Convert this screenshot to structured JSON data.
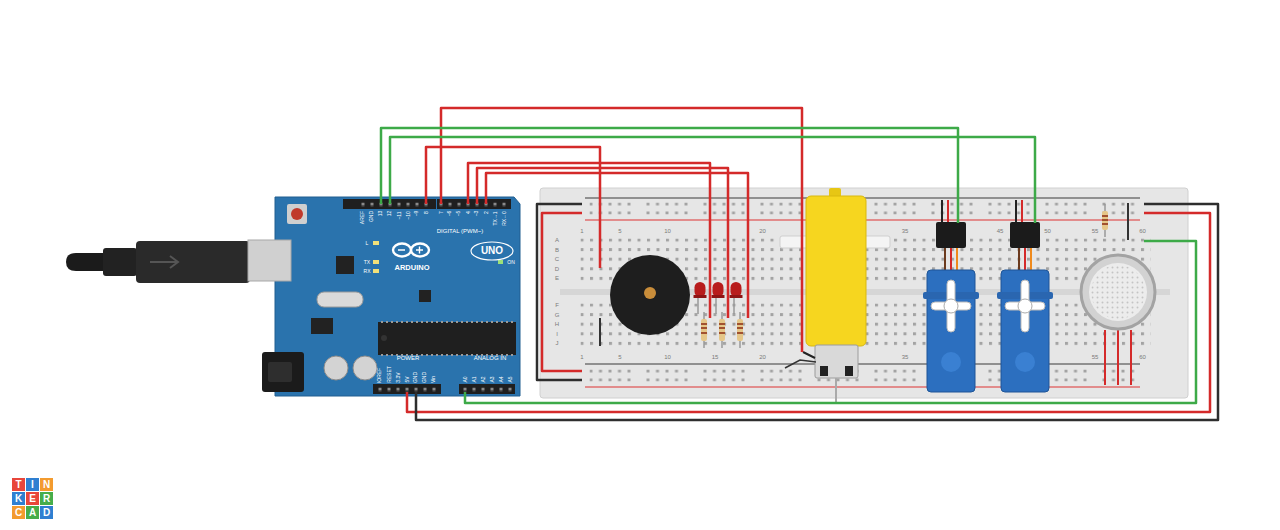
{
  "diagram": {
    "labels": [
      "T",
      "I",
      "N",
      "K",
      "E",
      "R",
      "C",
      "A",
      "D",
      "AREF",
      "GND",
      "13",
      "12",
      "~11",
      "~10",
      "~9",
      "8",
      "7",
      "~6",
      "~5",
      "4",
      "~3",
      "2",
      "TX→1",
      "RX←0",
      "DIGITAL (PWM~)",
      "L",
      "TX",
      "RX",
      "ON",
      "ARDUINO",
      "UNO",
      "IOREF",
      "RESET",
      "3.3V",
      "5V",
      "GND",
      "GND",
      "Vin",
      "POWER",
      "ANALOG IN",
      "A0",
      "A1",
      "A2",
      "A3",
      "A4",
      "A5",
      "1",
      "5",
      "10",
      "20",
      "35",
      "45",
      "50",
      "55",
      "60",
      "1",
      "5",
      "10",
      "15",
      "20",
      "35",
      "55",
      "60",
      "A",
      "B",
      "C",
      "D",
      "E",
      "F",
      "G",
      "H",
      "I",
      "J"
    ]
  }
}
